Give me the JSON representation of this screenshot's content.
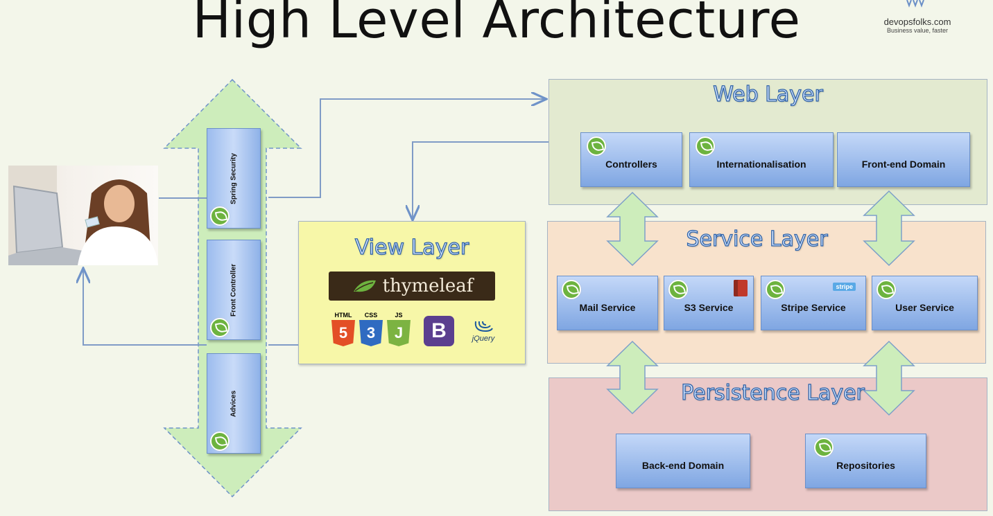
{
  "title": "High Level Architecture",
  "logo": {
    "site": "devopsfolks.com",
    "tagline": "Business value, faster"
  },
  "security_column": {
    "items": [
      "Spring Security",
      "Front Controller",
      "Advices"
    ]
  },
  "view_layer": {
    "title": "View Layer",
    "thymeleaf": "thymeleaf",
    "tech": {
      "html": "HTML",
      "css": "CSS",
      "js": "JS",
      "bootstrap": "B",
      "jquery": "jQuery"
    }
  },
  "web_layer": {
    "title": "Web Layer",
    "boxes": [
      "Controllers",
      "Internationalisation",
      "Front-end Domain"
    ]
  },
  "service_layer": {
    "title": "Service Layer",
    "boxes": [
      "Mail Service",
      "S3 Service",
      "Stripe Service",
      "User Service"
    ],
    "stripe_badge": "stripe"
  },
  "persistence_layer": {
    "title": "Persistence Layer",
    "boxes": [
      "Back-end Domain",
      "Repositories"
    ]
  },
  "colors": {
    "background": "#f3f6ea",
    "web": "#e3ead0",
    "service": "#f8e2cc",
    "persistence": "#ebc9c8",
    "view": "#f7f7a8",
    "arrow": "#cdedbb"
  }
}
